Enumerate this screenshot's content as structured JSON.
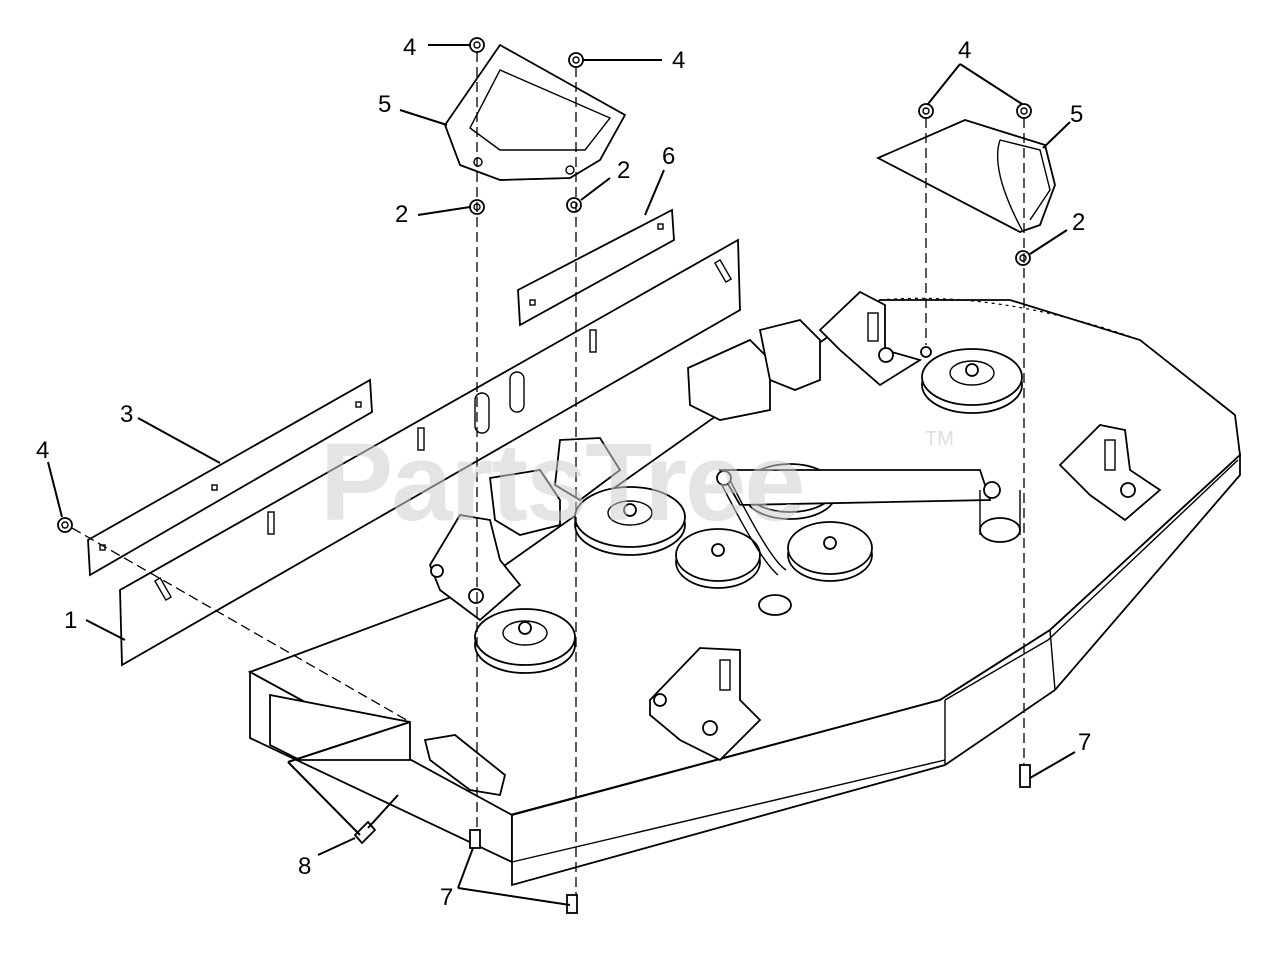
{
  "watermark": {
    "text": "PartsTree",
    "tm": "TM"
  },
  "callouts": [
    "4",
    "4",
    "5",
    "2",
    "2",
    "6",
    "4",
    "5",
    "2",
    "3",
    "4",
    "1",
    "7",
    "8",
    "7"
  ]
}
